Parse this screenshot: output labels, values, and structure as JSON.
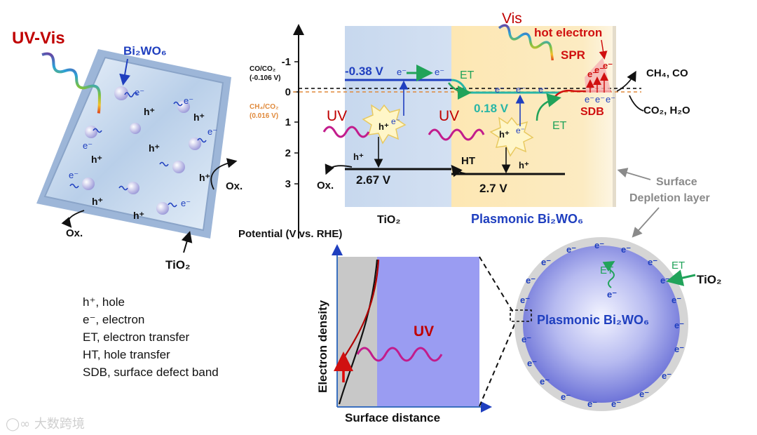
{
  "crystal": {
    "uv_vis_label": "UV-Vis",
    "bi2wo6_label": "Bi₂WO₆",
    "tio2_label": "TiO₂",
    "ox_left": "Ox.",
    "ox_right": "Ox.",
    "hole": "h⁺",
    "electron": "e⁻"
  },
  "band_diagram": {
    "potential_axis_label": "Potential (V vs. RHE)",
    "tick_labels": [
      "-1",
      "0",
      "1",
      "2",
      "3"
    ],
    "co_line_label_1": "CO/CO₂",
    "co_line_label_2": "(-0.106 V)",
    "ch4_line_label_1": "CH₄/CO₂",
    "ch4_line_label_2": "(0.016 V)",
    "tio2_cb": "-0.38 V",
    "tio2_vb": "2.67 V",
    "bwo_cb": "0.18 V",
    "bwo_vb": "2.7 V",
    "tio2_region_label": "TiO₂",
    "bwo_region_label": "Plasmonic Bi₂WO₆",
    "uv_1": "UV",
    "uv_2": "UV",
    "vis": "Vis",
    "hot_electron": "hot electron",
    "spr": "SPR",
    "sdb": "SDB",
    "et_1": "ET",
    "et_2": "ET",
    "ht": "HT",
    "ox": "Ox.",
    "products": "CH₄, CO",
    "reactants": "CO₂, H₂O",
    "surface_depletion_1": "Surface",
    "surface_depletion_2": "Depletion layer"
  },
  "density_plot": {
    "ylabel": "Electron density",
    "xlabel": "Surface distance",
    "uv": "UV"
  },
  "particle": {
    "label": "Plasmonic Bi₂WO₆",
    "et_inner": "ET",
    "et_outer": "ET",
    "tio2": "TiO₂"
  },
  "legend": [
    "h⁺, hole",
    "e⁻, electron",
    "ET, electron transfer",
    "HT, hole transfer",
    "SDB, surface defect band"
  ],
  "watermark": "大数跨境",
  "colors": {
    "uv_vis": "#c00000",
    "bi2wo6": "#1f3fbf",
    "tio2_bg": "#c9d9ef",
    "bwo_bg": "#fbe8b8",
    "et_green": "#21a35a",
    "co_line": "#000000",
    "ch4_line": "#e08a3c",
    "electron_blue": "#1f3fbf"
  }
}
